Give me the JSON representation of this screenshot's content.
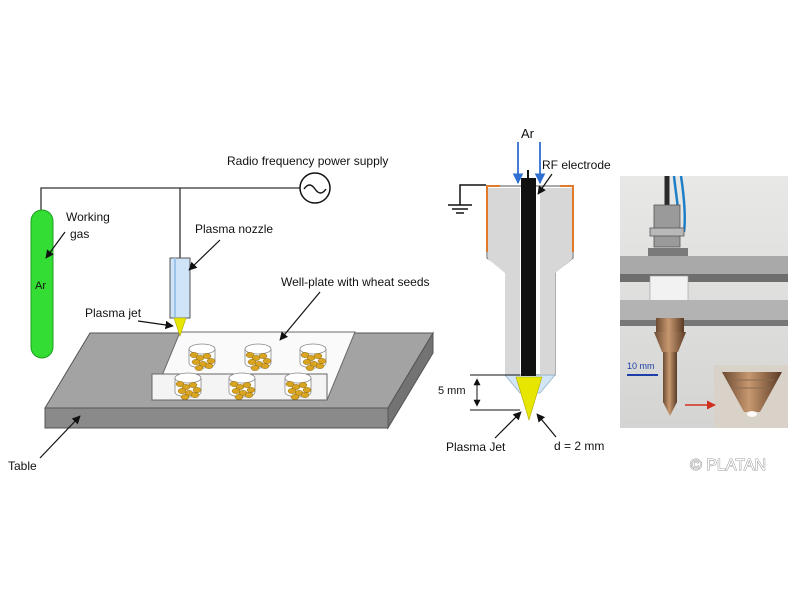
{
  "labels": {
    "rf_supply": "Radio frequency power supply",
    "working_gas_1": "Working",
    "working_gas_2": "gas",
    "cylinder_gas": "Ar",
    "nozzle": "Plasma nozzle",
    "wellplate": "Well-plate with wheat seeds",
    "plasma_jet": "Plasma jet",
    "table": "Table",
    "ar_inlet": "Ar",
    "rf_electrode": "RF electrode",
    "gap": "5 mm",
    "plasma_jet_2": "Plasma Jet",
    "diameter": "d = 2 mm",
    "scale": "10 mm",
    "watermark": "© PLATAN"
  },
  "colors": {
    "cylinder": "#33dd33",
    "table": "#9a9a9a",
    "jet": "#e6e600",
    "seed": "#d9a520",
    "electrode_border": "#e07a2a",
    "gas_arrow": "#2f6fd0",
    "nozzle": "#cfe4f7"
  }
}
